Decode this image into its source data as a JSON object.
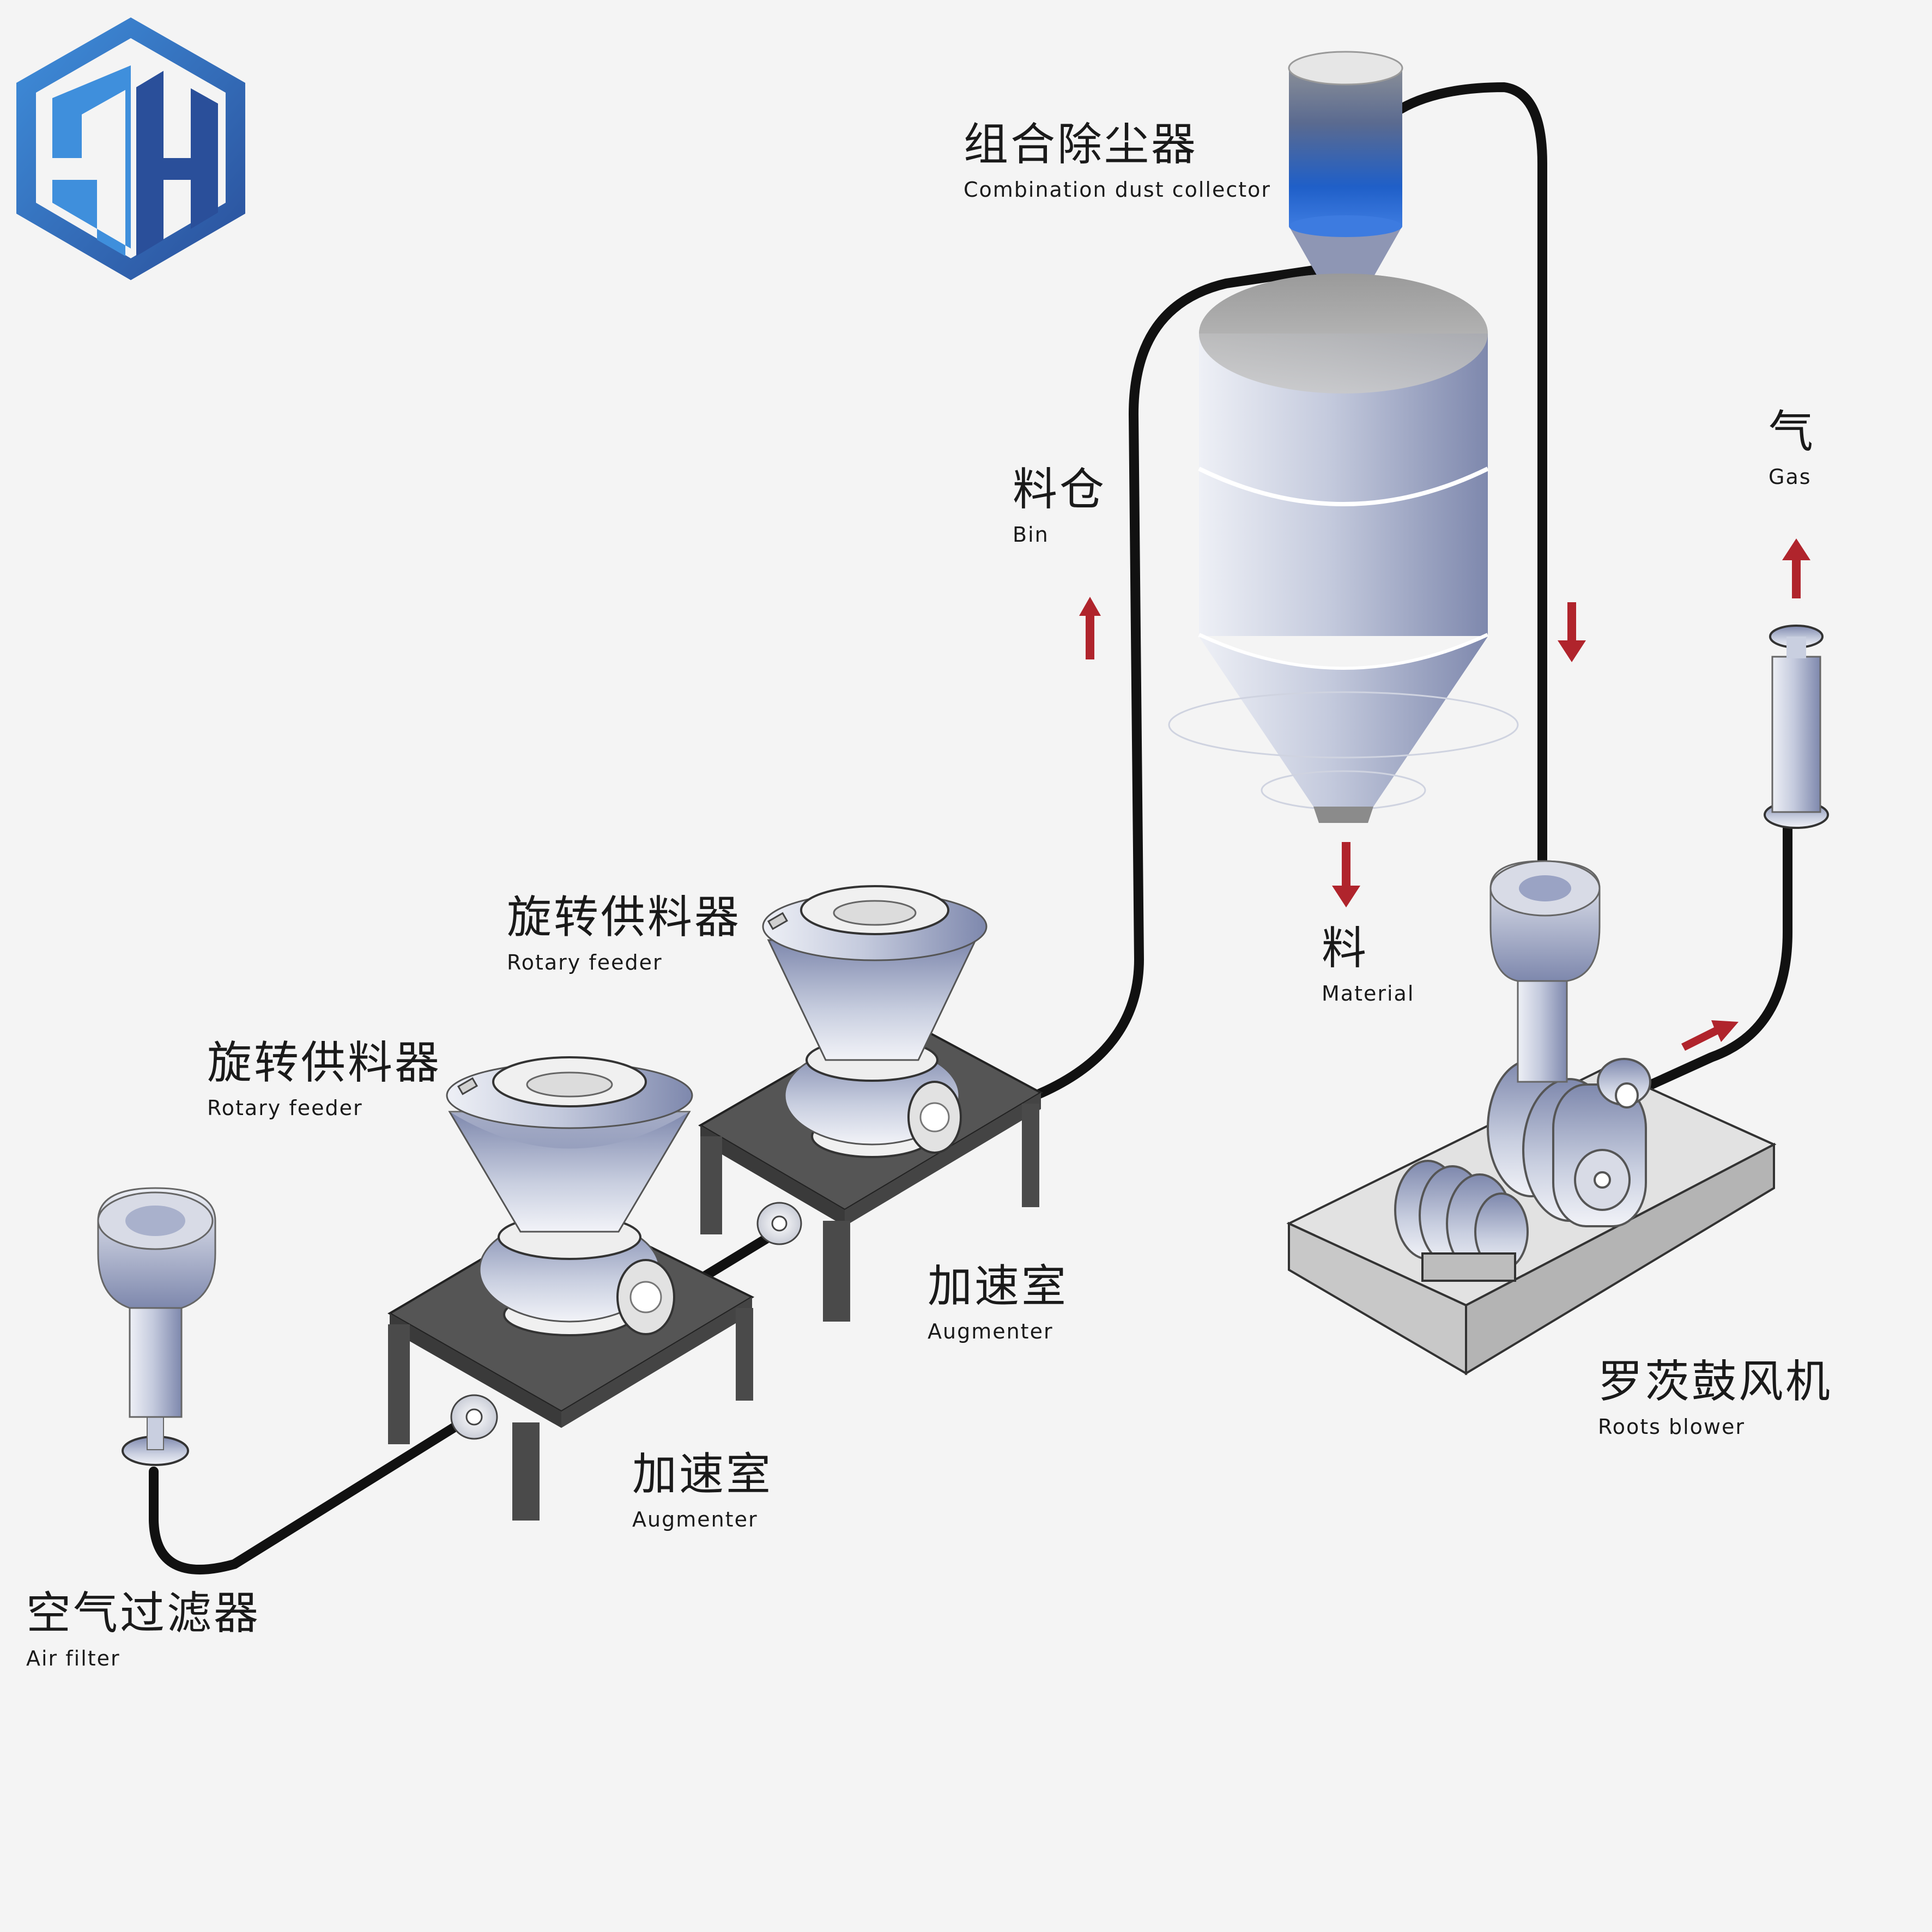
{
  "labels": {
    "dust_collector": {
      "zh": "组合除尘器",
      "en": "Combination dust collector"
    },
    "bin": {
      "zh": "料仓",
      "en": "Bin"
    },
    "gas": {
      "zh": "气",
      "en": "Gas"
    },
    "material": {
      "zh": "料",
      "en": "Material"
    },
    "rotary_feeder_1": {
      "zh": "旋转供料器",
      "en": "Rotary feeder"
    },
    "rotary_feeder_2": {
      "zh": "旋转供料器",
      "en": "Rotary feeder"
    },
    "augmenter_1": {
      "zh": "加速室",
      "en": "Augmenter"
    },
    "augmenter_2": {
      "zh": "加速室",
      "en": "Augmenter"
    },
    "roots_blower": {
      "zh": "罗茨鼓风机",
      "en": "Roots blower"
    },
    "air_filter": {
      "zh": "空气过滤器",
      "en": "Air filter"
    }
  },
  "colors": {
    "background": "#f4f4f4",
    "pipe": "#111111",
    "arrow": "#b0242c",
    "steel_light": "#eef0f6",
    "steel_mid": "#a9b1cc",
    "steel_dark": "#6f7aa0",
    "table_top": "#555555",
    "table_side": "#3a3a3a",
    "logo_light": "#3f8fdc",
    "logo_dark": "#2a4f9a",
    "collector_blue": "#1f5fc8"
  },
  "icons": {
    "logo": "jh-hexagon-logo",
    "flow_arrow": "red-arrow-icon"
  }
}
